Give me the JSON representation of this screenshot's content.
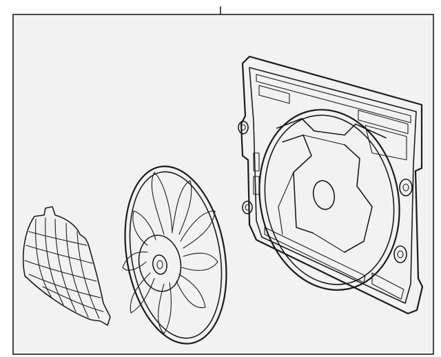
{
  "diagram": {
    "parts": [
      {
        "name": "fan-shroud-frame"
      },
      {
        "name": "fan-blade-assembly"
      },
      {
        "name": "fan-cover-grille"
      }
    ],
    "colors": {
      "background": "#ffffff",
      "panel": "#f2f2f2",
      "ink": "#1a1a1a"
    }
  }
}
